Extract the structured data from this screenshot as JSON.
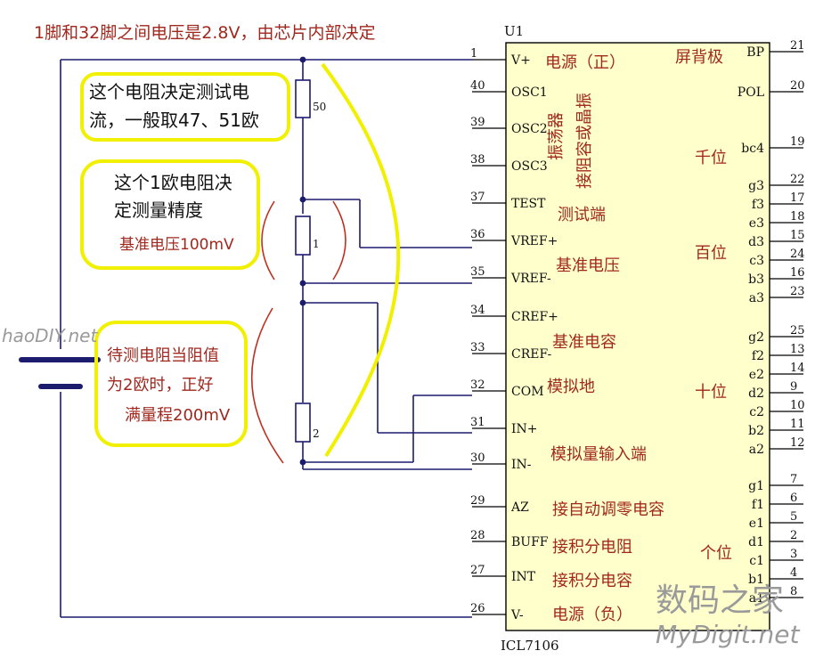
{
  "header_note": "1脚和32脚之间电压是2.8V，由芯片内部决定",
  "chip": {
    "ref": "U1",
    "part": "ICL7106",
    "body_color": "#ffffcc",
    "left_pins": [
      {
        "num": "1",
        "label": "V+"
      },
      {
        "num": "40",
        "label": "OSC1"
      },
      {
        "num": "39",
        "label": "OSC2"
      },
      {
        "num": "38",
        "label": "OSC3"
      },
      {
        "num": "37",
        "label": "TEST"
      },
      {
        "num": "36",
        "label": "VREF+"
      },
      {
        "num": "35",
        "label": "VREF-"
      },
      {
        "num": "34",
        "label": "CREF+"
      },
      {
        "num": "33",
        "label": "CREF-"
      },
      {
        "num": "32",
        "label": "COM"
      },
      {
        "num": "31",
        "label": "IN+"
      },
      {
        "num": "30",
        "label": "IN-"
      },
      {
        "num": "29",
        "label": "AZ"
      },
      {
        "num": "28",
        "label": "BUFF"
      },
      {
        "num": "27",
        "label": "INT"
      },
      {
        "num": "26",
        "label": "V-"
      }
    ],
    "right_pins": [
      {
        "num": "21",
        "label": "BP"
      },
      {
        "num": "20",
        "label": "POL"
      },
      {
        "num": "19",
        "label": "bc4"
      },
      {
        "num": "22",
        "label": "g3"
      },
      {
        "num": "17",
        "label": "f3"
      },
      {
        "num": "18",
        "label": "e3"
      },
      {
        "num": "15",
        "label": "d3"
      },
      {
        "num": "24",
        "label": "c3"
      },
      {
        "num": "16",
        "label": "b3"
      },
      {
        "num": "23",
        "label": "a3"
      },
      {
        "num": "25",
        "label": "g2"
      },
      {
        "num": "13",
        "label": "f2"
      },
      {
        "num": "14",
        "label": "e2"
      },
      {
        "num": "9",
        "label": "d2"
      },
      {
        "num": "10",
        "label": "c2"
      },
      {
        "num": "11",
        "label": "b2"
      },
      {
        "num": "12",
        "label": "a2"
      },
      {
        "num": "7",
        "label": "g1"
      },
      {
        "num": "6",
        "label": "f1"
      },
      {
        "num": "5",
        "label": "e1"
      },
      {
        "num": "2",
        "label": "d1"
      },
      {
        "num": "3",
        "label": "c1"
      },
      {
        "num": "4",
        "label": "b1"
      },
      {
        "num": "8",
        "label": "a1"
      }
    ],
    "function_labels": {
      "power_pos": "电源（正）",
      "oscillator": "振荡器",
      "osc_rc": "接阻容或晶振",
      "test": "测试端",
      "ref_voltage": "基准电压",
      "ref_cap": "基准电容",
      "analog_gnd": "模拟地",
      "analog_input": "模拟量输入端",
      "auto_zero": "接自动调零电容",
      "integ_res": "接积分电阻",
      "integ_cap": "接积分电容",
      "power_neg": "电源（负）",
      "backplane": "屏背极",
      "thousands": "千位",
      "hundreds": "百位",
      "tens": "十位",
      "units": "个位"
    }
  },
  "resistors": [
    {
      "label": "50"
    },
    {
      "label": "1"
    },
    {
      "label": "2"
    }
  ],
  "notes": {
    "test_res_line1": "这个电阻决定测试电",
    "test_res_line2": "流，一般取47、51欧",
    "one_ohm_line1": "这个1欧电阻决",
    "one_ohm_line2": "定测量精度",
    "one_ohm_line3": "基准电压100mV",
    "dut_line1": "待测电阻当阻值",
    "dut_line2": "为2欧时，正好",
    "dut_line3": "满量程200mV"
  },
  "watermarks": {
    "left": "haoDIY.net",
    "right_cn": "数码之家",
    "right_en": "MyDigit.net"
  },
  "colors": {
    "annotation_red": "#a0281e",
    "bubble_yellow": "#f0f000",
    "wire_blue": "#1c1c6e"
  }
}
